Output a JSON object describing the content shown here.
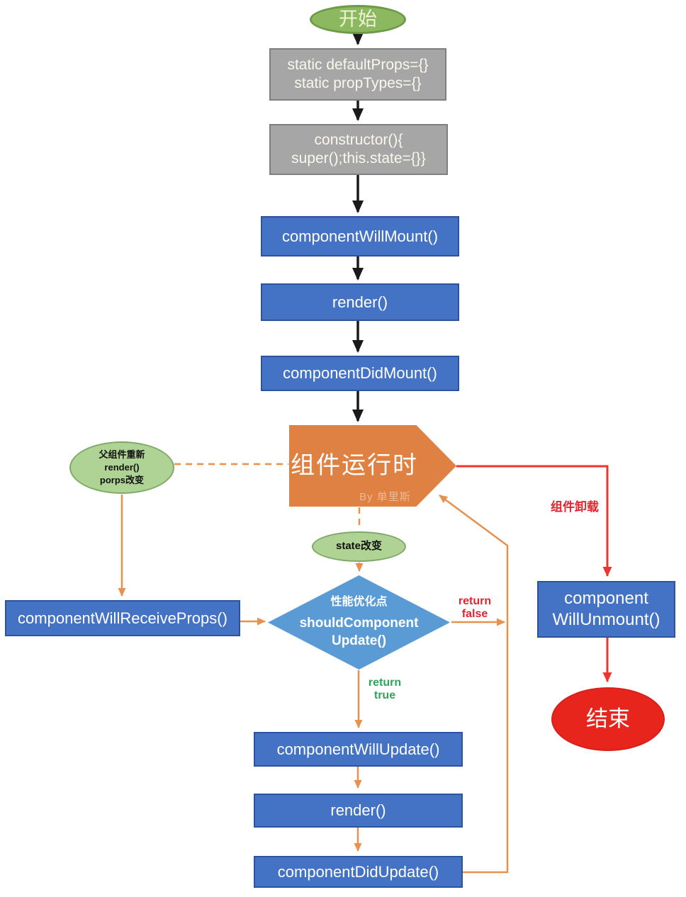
{
  "colors": {
    "process_blue": "#4472C4",
    "setup_gray": "#A6A6A6",
    "running_orange": "#DF8142",
    "decision_blue": "#5B9BD5",
    "event_green": "#AFD395",
    "start_green": "#8CB95F",
    "end_red": "#E8251D",
    "flow_orange": "#E8914F",
    "flow_red": "#F0342B",
    "flow_black": "#1A1A1A",
    "return_true_green": "#2EA55C",
    "return_false_red": "#E32330"
  },
  "nodes": {
    "start": {
      "label": "开始"
    },
    "static_props": {
      "label": "static defaultProps={}\nstatic propTypes={}"
    },
    "constructor": {
      "label": "constructor(){\nsuper();this.state={}}"
    },
    "will_mount": {
      "label": "componentWillMount()"
    },
    "render_mount": {
      "label": "render()"
    },
    "did_mount": {
      "label": "componentDidMount()"
    },
    "running": {
      "label": "组件运行时",
      "watermark": "By 单里斯"
    },
    "parent_rerender": {
      "label": "父组件重新\nrender()\nporps改变"
    },
    "state_change": {
      "label": "state改变"
    },
    "will_receive_props": {
      "label": "componentWillReceiveProps()"
    },
    "should_update": {
      "note": "性能优化点",
      "label": "shouldComponent\nUpdate()"
    },
    "will_update": {
      "label": "componentWillUpdate()"
    },
    "render_update": {
      "label": "render()"
    },
    "did_update": {
      "label": "componentDidUpdate()"
    },
    "will_unmount": {
      "label": "component\nWillUnmount()"
    },
    "end": {
      "label": "结束"
    }
  },
  "edges": {
    "return_false": "return\nfalse",
    "return_true": "return\ntrue",
    "unmount_label": "组件卸载"
  }
}
